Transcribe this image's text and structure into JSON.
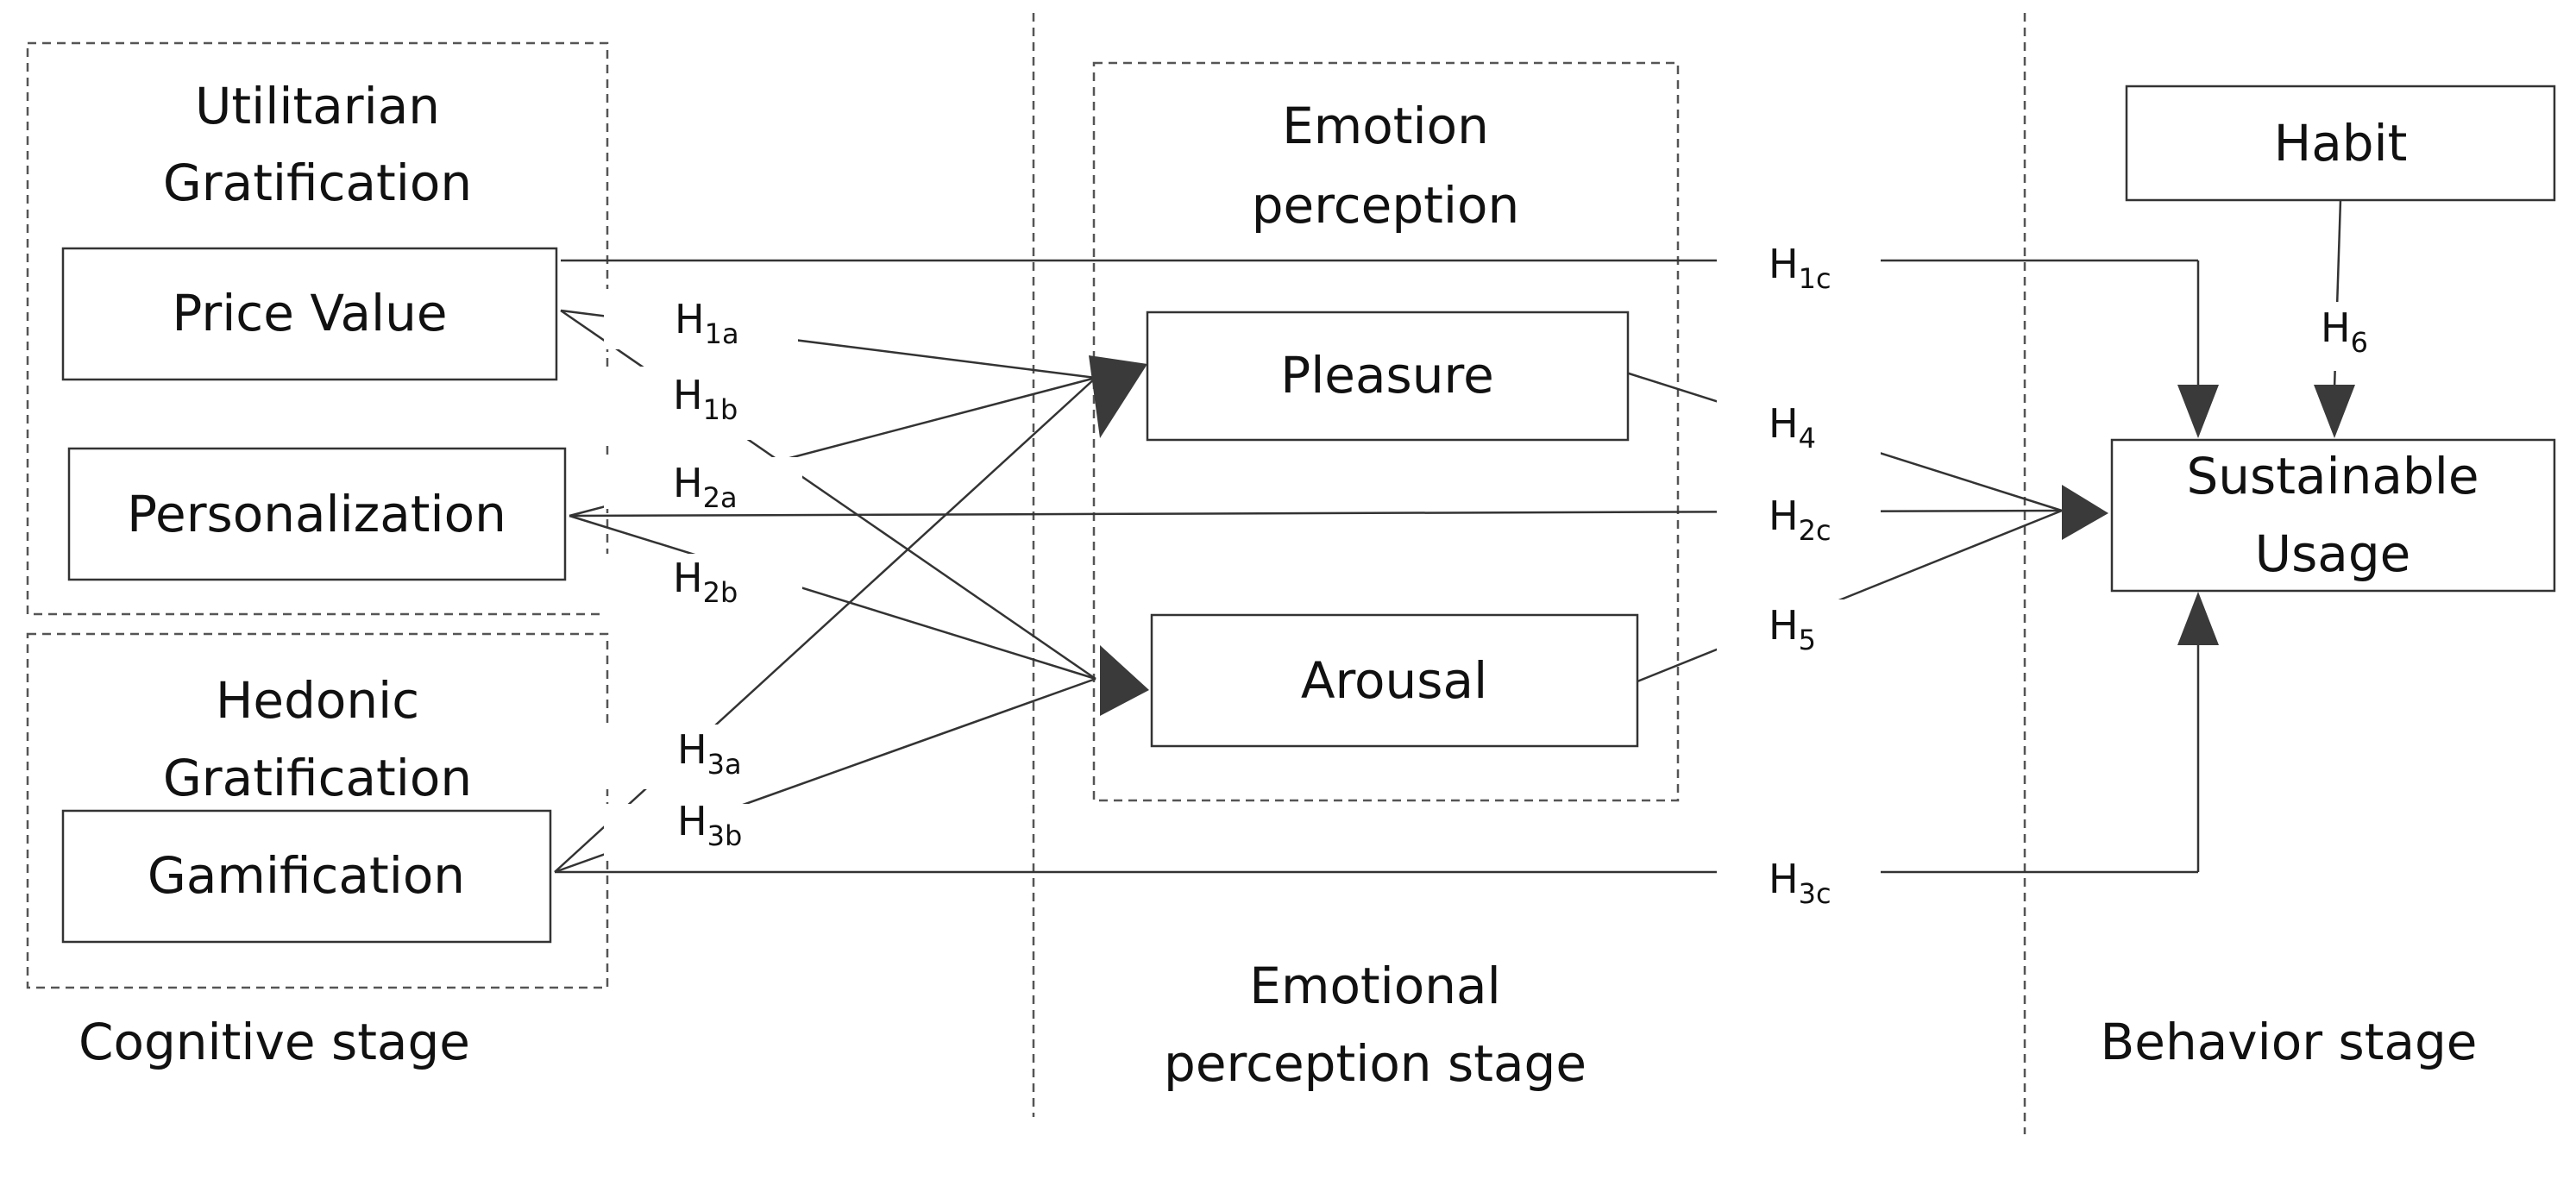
{
  "nodes": {
    "price_value": "Price Value",
    "personalization": "Personalization",
    "gamification": "Gamification",
    "pleasure": "Pleasure",
    "arousal": "Arousal",
    "habit": "Habit",
    "sustainable_line1": "Sustainable",
    "sustainable_line2": "Usage"
  },
  "groups": {
    "utilitarian_line1": "Utilitarian",
    "utilitarian_line2": "Gratification",
    "hedonic_line1": "Hedonic",
    "hedonic_line2": "Gratification",
    "emotion_line1": "Emotion",
    "emotion_line2": "perception"
  },
  "stages": {
    "cognitive": "Cognitive stage",
    "emotional_line1": "Emotional",
    "emotional_line2": "perception stage",
    "behavior": "Behavior stage"
  },
  "hypotheses": [
    {
      "id": "h1a",
      "main": "H",
      "sub": "1a"
    },
    {
      "id": "h1b",
      "main": "H",
      "sub": "1b"
    },
    {
      "id": "h1c",
      "main": "H",
      "sub": "1c"
    },
    {
      "id": "h2a",
      "main": "H",
      "sub": "2a"
    },
    {
      "id": "h2b",
      "main": "H",
      "sub": "2b"
    },
    {
      "id": "h2c",
      "main": "H",
      "sub": "2c"
    },
    {
      "id": "h3a",
      "main": "H",
      "sub": "3a"
    },
    {
      "id": "h3b",
      "main": "H",
      "sub": "3b"
    },
    {
      "id": "h3c",
      "main": "H",
      "sub": "3c"
    },
    {
      "id": "h4",
      "main": "H",
      "sub": "4"
    },
    {
      "id": "h5",
      "main": "H",
      "sub": "5"
    },
    {
      "id": "h6",
      "main": "H",
      "sub": "6"
    }
  ]
}
